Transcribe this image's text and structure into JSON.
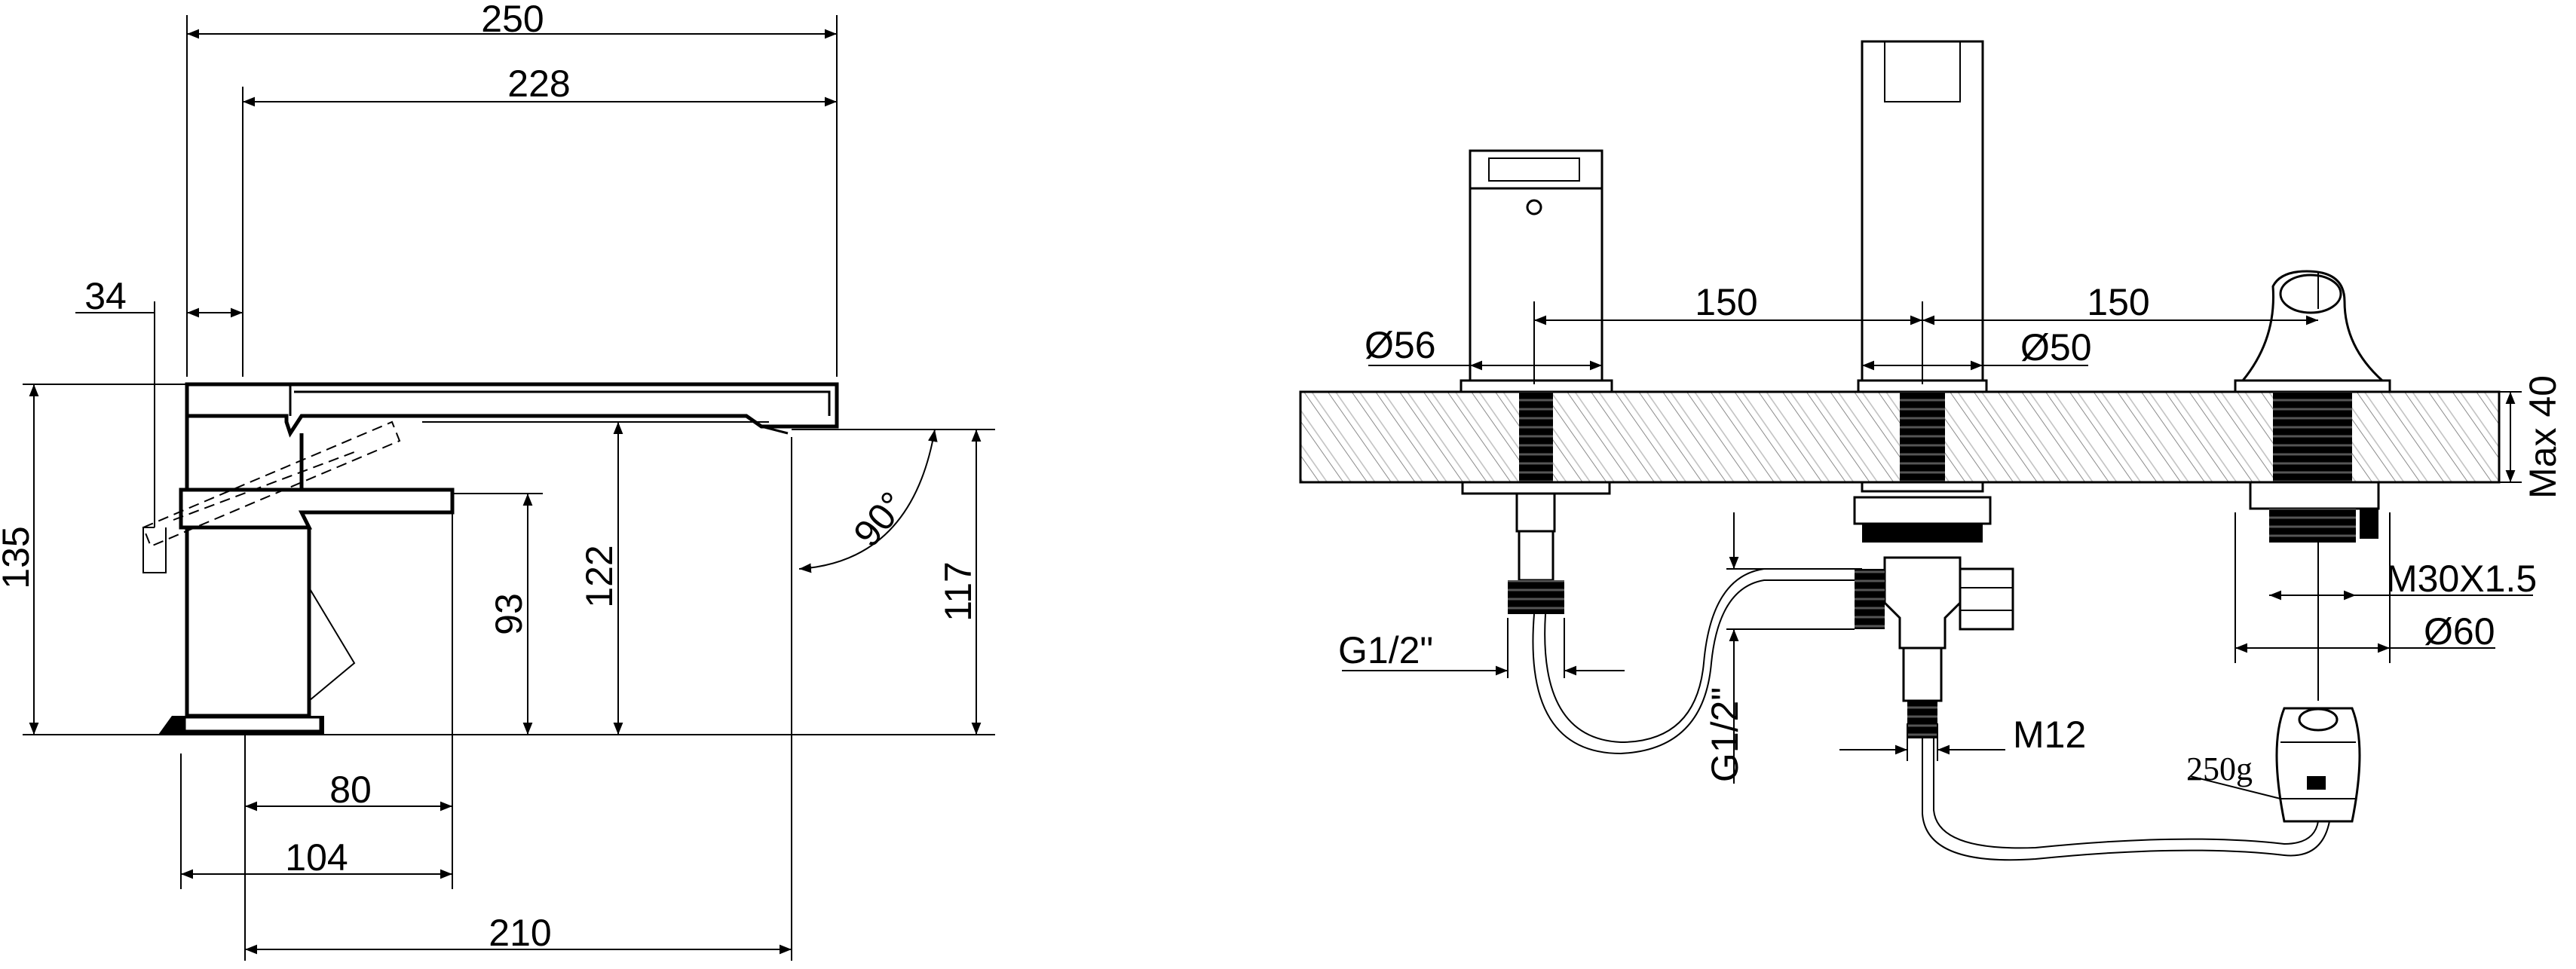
{
  "side_view": {
    "dimensions": {
      "overall_length": "250",
      "spout_length": "228",
      "lever_offset": "34",
      "total_height": "135",
      "spout_height": "122",
      "lever_height": "93",
      "outlet_height": "117",
      "rotation_angle": "90°",
      "base_to_lever": "80",
      "lever_reach": "104",
      "base_to_outlet": "210"
    }
  },
  "installation_view": {
    "dimensions": {
      "handle_diameter": "Ø56",
      "spacing_left": "150",
      "spacing_right": "150",
      "spout_diameter": "Ø50",
      "max_deck_thickness": "Max 40",
      "hose_thread": "M30X1.5",
      "shower_base_diameter": "Ø60",
      "inlet_thread_left": "G1/2\"",
      "inlet_thread_vertical": "G1/2\"",
      "outlet_thread": "M12",
      "weight": "250g"
    }
  }
}
